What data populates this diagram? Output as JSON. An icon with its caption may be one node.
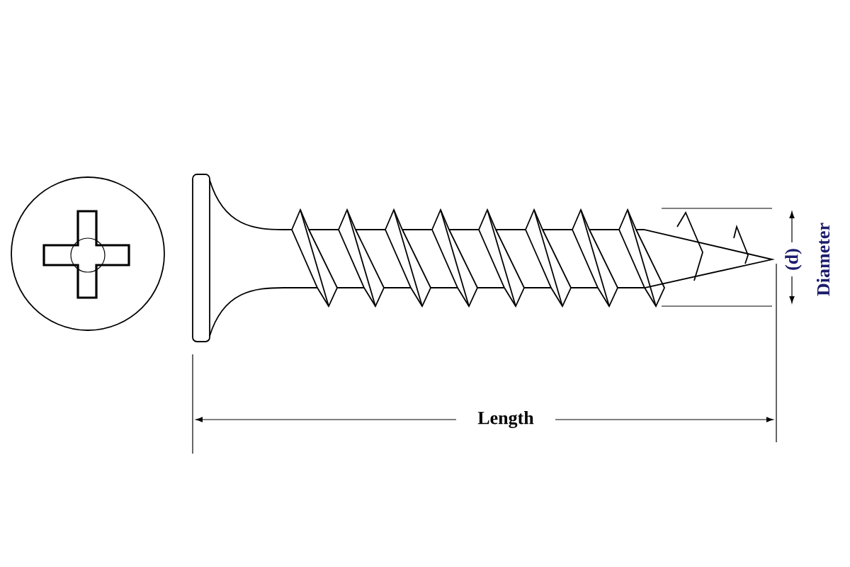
{
  "diagram": {
    "labels": [
      "Length",
      "(d)",
      "Diameter"
    ]
  }
}
